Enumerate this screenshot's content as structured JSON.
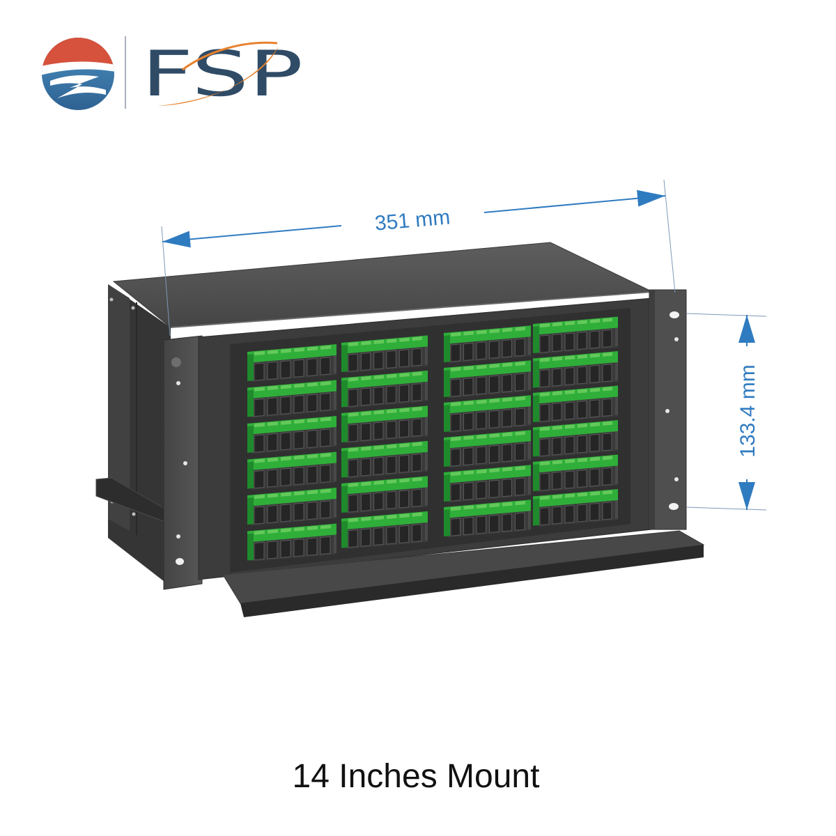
{
  "logo": {
    "text": "FSP",
    "colors": {
      "red": "#d6523c",
      "blue": "#3c7db0",
      "navy": "#2f4b66",
      "orange": "#e8822e"
    }
  },
  "dimensions": {
    "width": "351 mm",
    "height": "133.4 mm",
    "color": "#2f7bc0"
  },
  "caption": "14 Inches Mount",
  "colors": {
    "adapter_green": "#2fae3a",
    "adapter_green_light": "#63c95a",
    "adapter_green_dark": "#1f8a2b",
    "enclosure": "#3c3c3c",
    "background": "#ffffff"
  }
}
